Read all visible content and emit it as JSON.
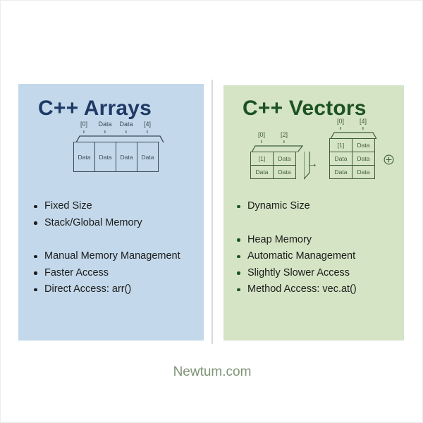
{
  "footer": {
    "brand": "Newtum.com"
  },
  "panels": {
    "arrays": {
      "title": "C++ Arrays",
      "accent": "#1f3a66",
      "background": "#c3d8ea",
      "bullets": [
        "Fixed Size",
        "Stack/Global Memory",
        "Manual Memory Management",
        "Faster Access",
        "Direct Access: arr()"
      ],
      "diagram": {
        "top_labels": [
          "[0]",
          "Data",
          "Data",
          "[4]"
        ],
        "cells": [
          "Data",
          "Data",
          "Data",
          "Data"
        ],
        "ink": "#3c4a57"
      }
    },
    "vectors": {
      "title": "C++ Vectors",
      "accent": "#1d5223",
      "background": "#d4e4c4",
      "bullets": [
        "Dynamic Size",
        "Heap Memory",
        "Automatic Management",
        "Slightly Slower Access",
        "Method Access: vec.at()"
      ],
      "diagram": {
        "ink": "#3f5c3c",
        "arrow": "→",
        "before": {
          "top_labels": [
            "[0]",
            "[2]"
          ],
          "rows": [
            [
              "[1]",
              "Data"
            ],
            [
              "Data",
              "Data"
            ]
          ]
        },
        "after": {
          "top_labels": [
            "[0]",
            "[4]"
          ],
          "rows": [
            [
              "[1]",
              "Data"
            ],
            [
              "Data",
              "Data"
            ],
            [
              "Data",
              "Data"
            ]
          ]
        }
      }
    }
  }
}
